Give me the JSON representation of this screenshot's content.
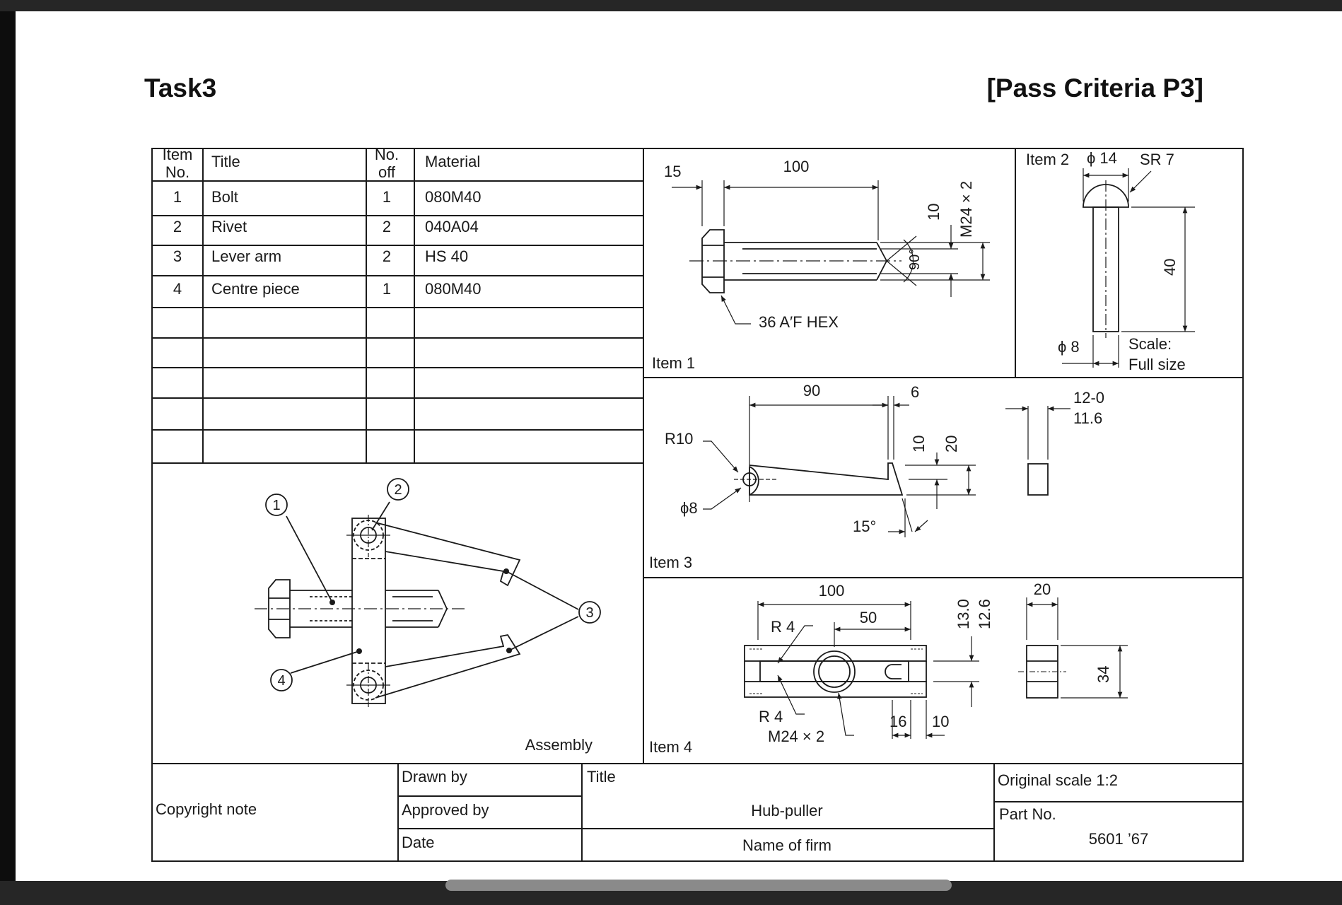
{
  "header": {
    "task": "Task3",
    "criteria": "[Pass Criteria P3]"
  },
  "parts_list": {
    "headers": {
      "item_no": [
        "Item",
        "No."
      ],
      "title": "Title",
      "no_off": [
        "No.",
        "off"
      ],
      "material": "Material"
    },
    "rows": [
      {
        "item": "1",
        "title": "Bolt",
        "qty": "1",
        "material": "080M40"
      },
      {
        "item": "2",
        "title": "Rivet",
        "qty": "2",
        "material": "040A04"
      },
      {
        "item": "3",
        "title": "Lever arm",
        "qty": "2",
        "material": "HS 40"
      },
      {
        "item": "4",
        "title": "Centre piece",
        "qty": "1",
        "material": "080M40"
      }
    ]
  },
  "assembly": {
    "label": "Assembly",
    "balloons": [
      "1",
      "2",
      "3",
      "4"
    ]
  },
  "item1": {
    "label": "Item 1",
    "dims": {
      "head": "15",
      "length": "100",
      "thread_dia": "10",
      "thread": "M24 × 2",
      "angle": "90°",
      "hex": "36 A′F HEX"
    }
  },
  "item2": {
    "label": "Item 2",
    "dims": {
      "head_dia": "ϕ 14",
      "sphere_r": "SR 7",
      "length": "40",
      "shank_dia": "ϕ 8"
    },
    "scale_note": [
      "Scale:",
      "Full size"
    ]
  },
  "item3": {
    "label": "Item 3",
    "dims": {
      "length": "90",
      "tip": "6",
      "radius": "R10",
      "hole": "ϕ8",
      "h1": "10",
      "h2": "20",
      "angle": "15°",
      "thk_max": "12-0",
      "thk_min": "11.6"
    }
  },
  "item4": {
    "label": "Item 4",
    "dims": {
      "length": "100",
      "offset": "50",
      "radius_top": "R 4",
      "radius_bot": "R 4",
      "thread": "M24 × 2",
      "slot": "16",
      "lip": "10",
      "gap_max": "13.0",
      "gap_min": "12.6",
      "width": "20",
      "height": "34"
    }
  },
  "title_block": {
    "copyright": "Copyright note",
    "drawn_by": "Drawn by",
    "approved_by": "Approved by",
    "date": "Date",
    "title_label": "Title",
    "title": "Hub-puller",
    "firm": "Name of firm",
    "scale": "Original scale 1:2",
    "part_no_label": "Part No.",
    "part_no": "5601 ’67"
  }
}
